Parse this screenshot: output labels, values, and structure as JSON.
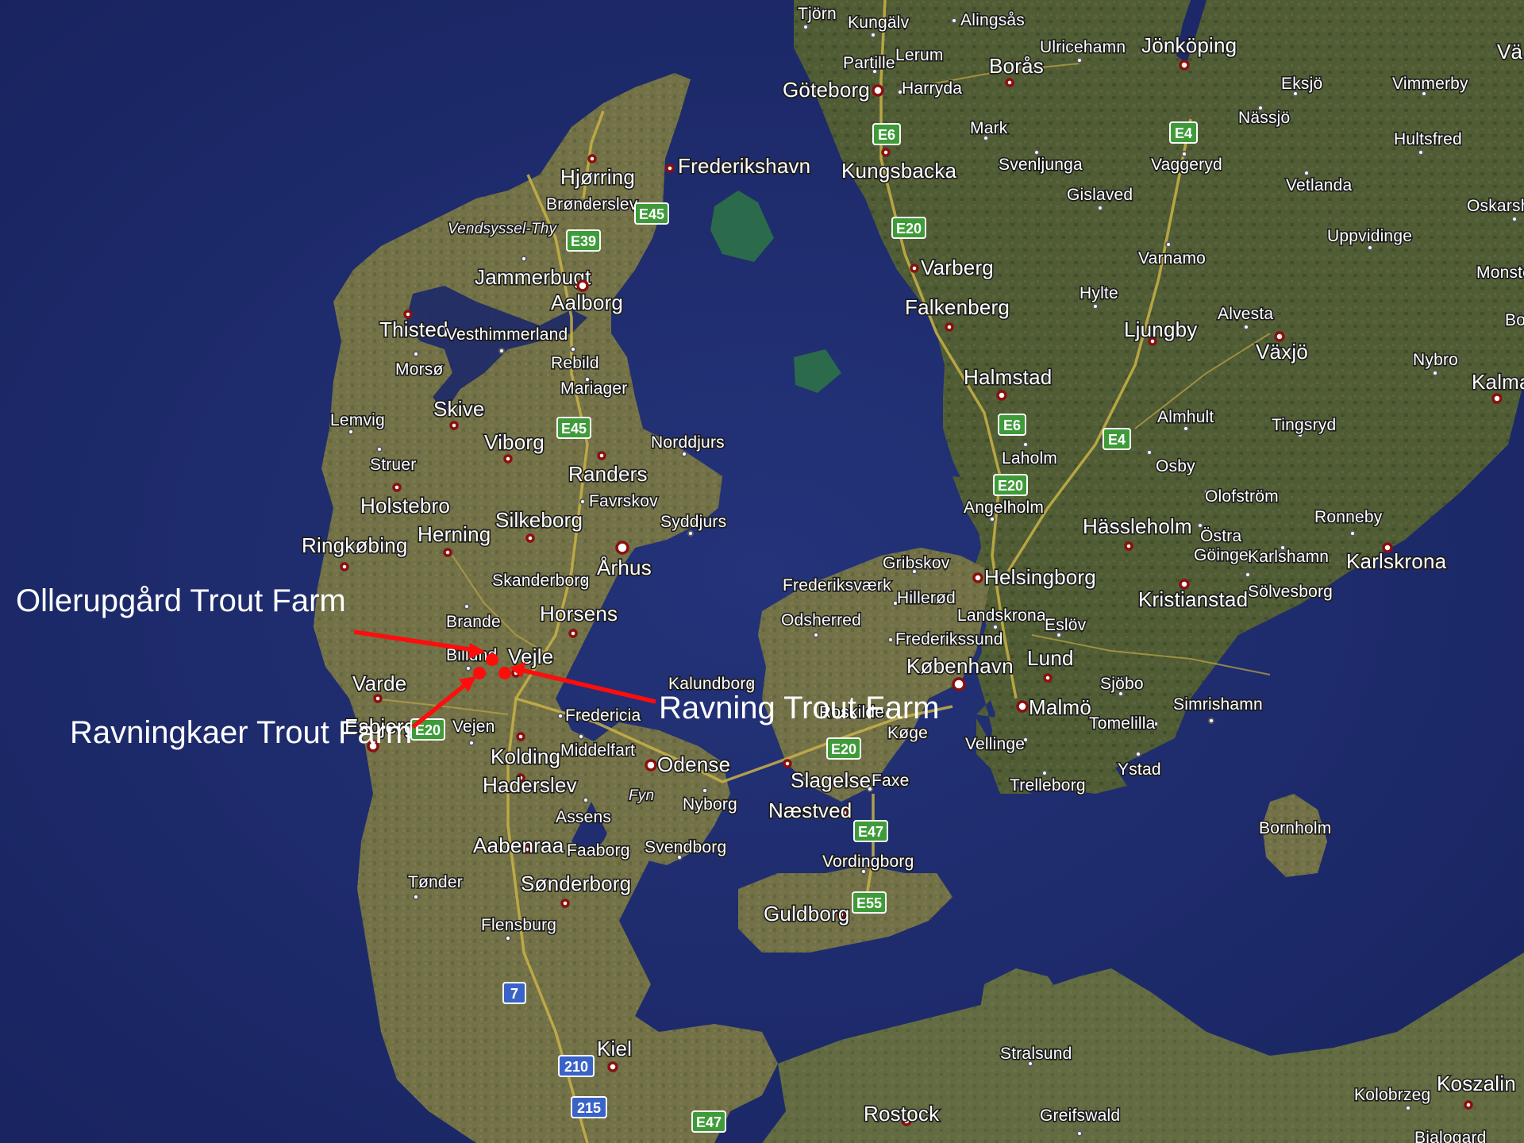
{
  "map": {
    "type": "satellite",
    "colors": {
      "sea": "#1d2a6b",
      "land_denmark": "#6f6f45",
      "land_sweden": "#4d5a33",
      "land_germany": "#5d6640",
      "annotation_red": "#ff0d0d"
    },
    "annotations": [
      {
        "id": "ollerupgard",
        "label": "Ollerupgård Trout Farm"
      },
      {
        "id": "ravning",
        "label": "Ravning Trout Farm"
      },
      {
        "id": "ravningkaer",
        "label": "Ravningkaer Trout Farm"
      }
    ],
    "places": [
      {
        "name": "Tjörn"
      },
      {
        "name": "Kungälv"
      },
      {
        "name": "Alingsås"
      },
      {
        "name": "Partille"
      },
      {
        "name": "Lerum"
      },
      {
        "name": "Borås"
      },
      {
        "name": "Ulricehamn"
      },
      {
        "name": "Jönköping"
      },
      {
        "name": "Göteborg"
      },
      {
        "name": "Harryda"
      },
      {
        "name": "Vä"
      },
      {
        "name": "Eksjö"
      },
      {
        "name": "Vimmerby"
      },
      {
        "name": "Nässjö"
      },
      {
        "name": "Mark"
      },
      {
        "name": "Hultsfred"
      },
      {
        "name": "Kungsbacka"
      },
      {
        "name": "Svenljunga"
      },
      {
        "name": "Vaggeryd"
      },
      {
        "name": "Vetlanda"
      },
      {
        "name": "Gislaved"
      },
      {
        "name": "Oskarsh"
      },
      {
        "name": "Uppvidinge"
      },
      {
        "name": "Varnamo"
      },
      {
        "name": "Varberg"
      },
      {
        "name": "Monste"
      },
      {
        "name": "Hylte"
      },
      {
        "name": "Falkenberg"
      },
      {
        "name": "Alvesta"
      },
      {
        "name": "Bo"
      },
      {
        "name": "Ljungby"
      },
      {
        "name": "Växjö"
      },
      {
        "name": "Nybro"
      },
      {
        "name": "Halmstad"
      },
      {
        "name": "Kalmar"
      },
      {
        "name": "Almhult"
      },
      {
        "name": "Tingsryd"
      },
      {
        "name": "Laholm"
      },
      {
        "name": "Osby"
      },
      {
        "name": "Olofström"
      },
      {
        "name": "Angelholm"
      },
      {
        "name": "Ronneby"
      },
      {
        "name": "Hässleholm"
      },
      {
        "name": "Östra"
      },
      {
        "name": "Göinge"
      },
      {
        "name": "Karlshamn"
      },
      {
        "name": "Karlskrona"
      },
      {
        "name": "Gribskov"
      },
      {
        "name": "Helsingborg"
      },
      {
        "name": "Frederiksværk"
      },
      {
        "name": "Hillerød"
      },
      {
        "name": "Kristianstad"
      },
      {
        "name": "Sölvesborg"
      },
      {
        "name": "Odsherred"
      },
      {
        "name": "Landskrona"
      },
      {
        "name": "Eslöv"
      },
      {
        "name": "Frederikssund"
      },
      {
        "name": "København"
      },
      {
        "name": "Lund"
      },
      {
        "name": "Sjöbo"
      },
      {
        "name": "Simrishamn"
      },
      {
        "name": "Kalundborg"
      },
      {
        "name": "Roskilde"
      },
      {
        "name": "Malmö"
      },
      {
        "name": "Tomelilla"
      },
      {
        "name": "Køge"
      },
      {
        "name": "Vellinge"
      },
      {
        "name": "Ystad"
      },
      {
        "name": "Trelleborg"
      },
      {
        "name": "Slagelse"
      },
      {
        "name": "Faxe"
      },
      {
        "name": "Næstved"
      },
      {
        "name": "Bornholm"
      },
      {
        "name": "Vordingborg"
      },
      {
        "name": "Guldborg"
      },
      {
        "name": "Hjørring"
      },
      {
        "name": "Frederikshavn"
      },
      {
        "name": "Brønderslev"
      },
      {
        "name": "Vendsyssel-Thy"
      },
      {
        "name": "Jammerbugt"
      },
      {
        "name": "Aalborg"
      },
      {
        "name": "Thisted"
      },
      {
        "name": "Vesthimmerland"
      },
      {
        "name": "Morsø"
      },
      {
        "name": "Rebild"
      },
      {
        "name": "Mariager"
      },
      {
        "name": "Skive"
      },
      {
        "name": "Lemvig"
      },
      {
        "name": "Viborg"
      },
      {
        "name": "Norddjurs"
      },
      {
        "name": "Struer"
      },
      {
        "name": "Randers"
      },
      {
        "name": "Favrskov"
      },
      {
        "name": "Holstebro"
      },
      {
        "name": "Syddjurs"
      },
      {
        "name": "Herning"
      },
      {
        "name": "Silkeborg"
      },
      {
        "name": "Ringkøbing"
      },
      {
        "name": "Århus"
      },
      {
        "name": "Skanderborg"
      },
      {
        "name": "Brande"
      },
      {
        "name": "Horsens"
      },
      {
        "name": "Billund"
      },
      {
        "name": "Vejle"
      },
      {
        "name": "Varde"
      },
      {
        "name": "Esbjerg"
      },
      {
        "name": "Vejen"
      },
      {
        "name": "Fredericia"
      },
      {
        "name": "Kolding"
      },
      {
        "name": "Middelfart"
      },
      {
        "name": "Odense"
      },
      {
        "name": "Haderslev"
      },
      {
        "name": "Fyn"
      },
      {
        "name": "Nyborg"
      },
      {
        "name": "Assens"
      },
      {
        "name": "Aabenraa"
      },
      {
        "name": "Faaborg"
      },
      {
        "name": "Svendborg"
      },
      {
        "name": "Tønder"
      },
      {
        "name": "Sønderborg"
      },
      {
        "name": "Flensburg"
      },
      {
        "name": "Kiel"
      },
      {
        "name": "Stralsund"
      },
      {
        "name": "Koszalin"
      },
      {
        "name": "Kolobrzeg"
      },
      {
        "name": "Rostock"
      },
      {
        "name": "Greifswald"
      },
      {
        "name": "Bialogard"
      }
    ],
    "road_shields": [
      {
        "label": "E6"
      },
      {
        "label": "E4"
      },
      {
        "label": "E20"
      },
      {
        "label": "E45"
      },
      {
        "label": "E39"
      },
      {
        "label": "E45"
      },
      {
        "label": "E6"
      },
      {
        "label": "E4"
      },
      {
        "label": "E20"
      },
      {
        "label": "E20"
      },
      {
        "label": "E20"
      },
      {
        "label": "E47"
      },
      {
        "label": "E55"
      },
      {
        "label": "7"
      },
      {
        "label": "210"
      },
      {
        "label": "215"
      },
      {
        "label": "E47"
      }
    ]
  }
}
